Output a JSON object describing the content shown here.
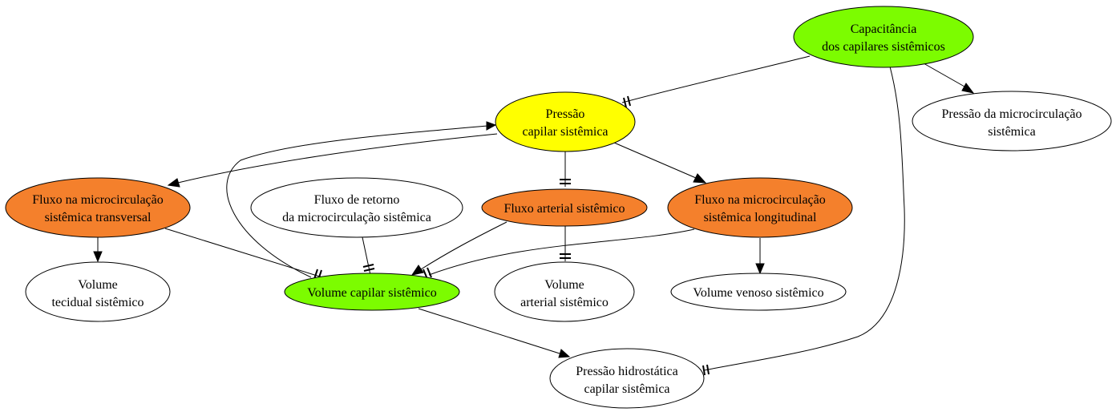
{
  "colors": {
    "green": "#7cfc00",
    "yellow": "#ffff00",
    "orange": "#f4802c",
    "white": "#ffffff"
  },
  "nodes": {
    "capacitancia": {
      "line1": "Capacitância",
      "line2": "dos capilares sistêmicos",
      "fill": "green"
    },
    "pressao_capilar": {
      "line1": "Pressão",
      "line2": "capilar sistêmica",
      "fill": "yellow"
    },
    "pressao_microcirculacao": {
      "line1": "Pressão da microcirculação",
      "line2": "sistêmica",
      "fill": "white"
    },
    "fluxo_transversal": {
      "line1": "Fluxo na microcirculação",
      "line2": "sistêmica transversal",
      "fill": "orange"
    },
    "fluxo_retorno": {
      "line1": "Fluxo de retorno",
      "line2": "da microcirculação sistêmica",
      "fill": "white"
    },
    "fluxo_arterial": {
      "line1": "Fluxo arterial sistêmico",
      "fill": "orange"
    },
    "fluxo_longitudinal": {
      "line1": "Fluxo na microcirculação",
      "line2": "sistêmica longitudinal",
      "fill": "orange"
    },
    "volume_tecidual": {
      "line1": "Volume",
      "line2": "tecidual sistêmico",
      "fill": "white"
    },
    "volume_capilar": {
      "line1": "Volume capilar sistêmico",
      "fill": "green"
    },
    "volume_arterial": {
      "line1": "Volume",
      "line2": "arterial sistêmico",
      "fill": "white"
    },
    "volume_venoso": {
      "line1": "Volume venoso sistêmico",
      "fill": "white"
    },
    "pressao_hidrostatica": {
      "line1": "Pressão hidrostática",
      "line2": "capilar sistêmica",
      "fill": "white"
    }
  },
  "edges": [
    {
      "from": "capacitancia",
      "to": "pressao_capilar",
      "head": "tee"
    },
    {
      "from": "capacitancia",
      "to": "pressao_microcirculacao",
      "head": "arrow"
    },
    {
      "from": "capacitancia",
      "to": "pressao_hidrostatica",
      "head": "tee"
    },
    {
      "from": "pressao_capilar",
      "to": "fluxo_transversal",
      "head": "arrow"
    },
    {
      "from": "pressao_capilar",
      "to": "fluxo_arterial",
      "head": "tee"
    },
    {
      "from": "pressao_capilar",
      "to": "fluxo_longitudinal",
      "head": "arrow"
    },
    {
      "from": "volume_capilar",
      "to": "pressao_capilar",
      "head": "arrow"
    },
    {
      "from": "fluxo_transversal",
      "to": "volume_tecidual",
      "head": "arrow"
    },
    {
      "from": "fluxo_transversal",
      "to": "volume_capilar",
      "head": "tee"
    },
    {
      "from": "fluxo_retorno",
      "to": "volume_capilar",
      "head": "tee"
    },
    {
      "from": "fluxo_arterial",
      "to": "volume_capilar",
      "head": "arrow"
    },
    {
      "from": "fluxo_arterial",
      "to": "volume_arterial",
      "head": "tee"
    },
    {
      "from": "fluxo_longitudinal",
      "to": "volume_capilar",
      "head": "tee"
    },
    {
      "from": "fluxo_longitudinal",
      "to": "volume_venoso",
      "head": "arrow"
    },
    {
      "from": "volume_capilar",
      "to": "pressao_hidrostatica",
      "head": "arrow"
    }
  ]
}
